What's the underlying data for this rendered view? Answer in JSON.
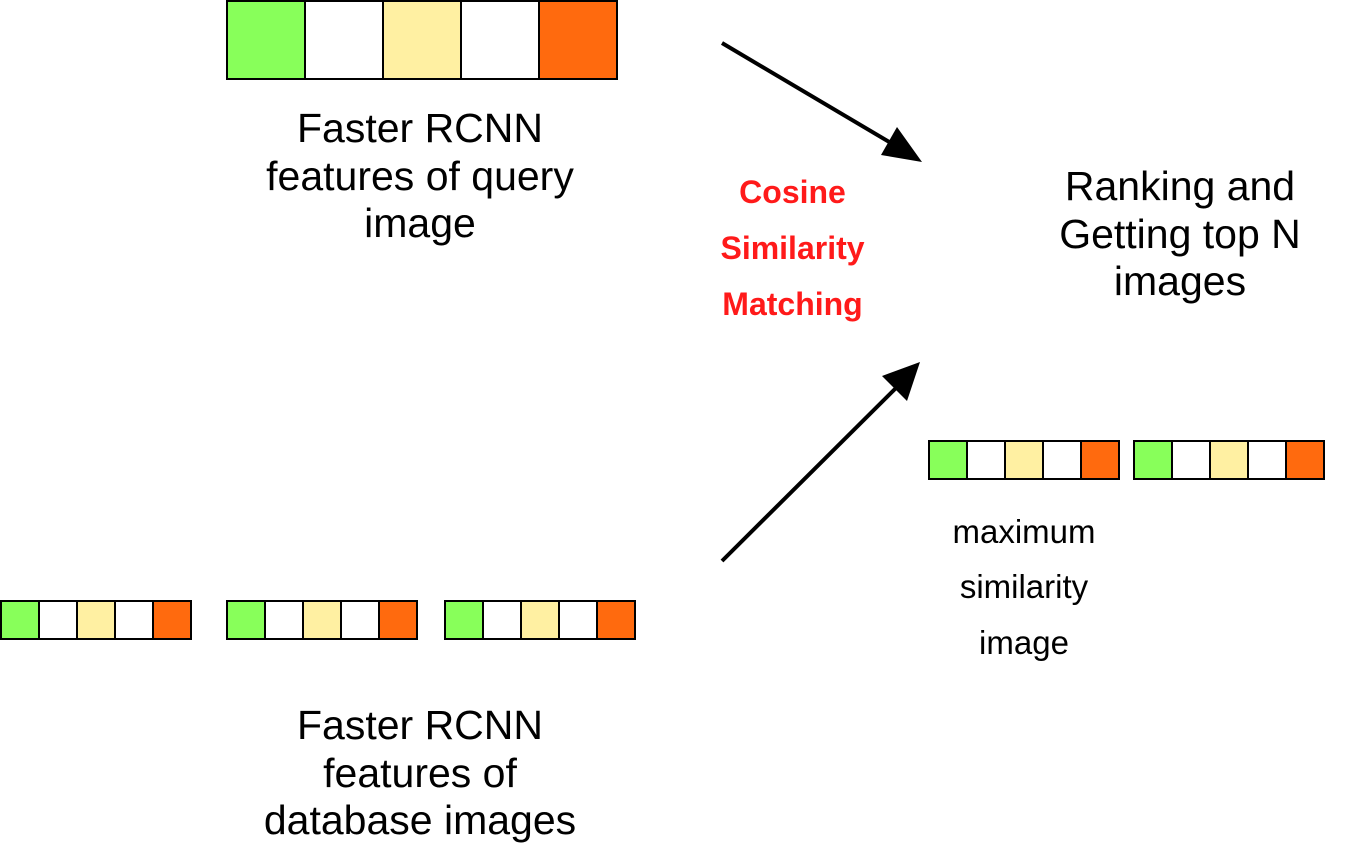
{
  "query_label": [
    "Faster RCNN",
    "features of query",
    "image"
  ],
  "database_label": [
    "Faster RCNN",
    "features of",
    "database images"
  ],
  "method_label": [
    "Cosine",
    "Similarity",
    "Matching"
  ],
  "result_label": [
    "Ranking and",
    "Getting top N",
    "images"
  ],
  "max_label": [
    "maximum",
    "similarity",
    "image"
  ],
  "cell_colors": [
    "#88ff5a",
    "#ffffff",
    "#fff0a2",
    "#ffffff",
    "#ff6a0e"
  ],
  "arrow_color": "#000000",
  "method_color": "#ff1a1a"
}
